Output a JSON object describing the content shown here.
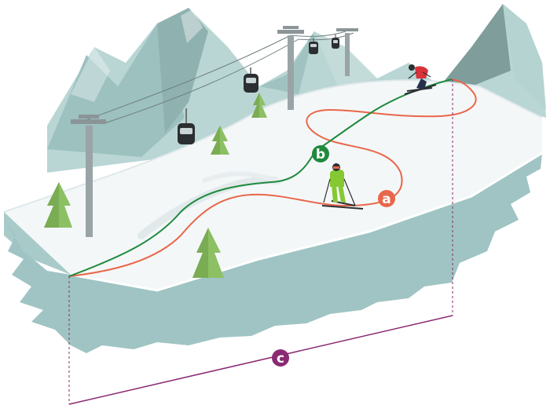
{
  "labels": {
    "path_a": "a",
    "path_b": "b",
    "distance_c": "c"
  },
  "colors": {
    "path_a": "#e8674a",
    "path_b": "#1f8a3e",
    "distance_c": "#8a2a72",
    "snow": "#f2f6f7",
    "ice_edge": "#9fc4c3",
    "mountain": "#a3c6c4",
    "mountain_shadow": "#7f9e9b",
    "tree": "#8cc063",
    "skier_top": "#d8333a",
    "skier_bottom": "#85c832"
  },
  "icons": [
    "cable-car-icon",
    "lift-pylon-icon",
    "pine-tree-icon",
    "skier-icon"
  ]
}
